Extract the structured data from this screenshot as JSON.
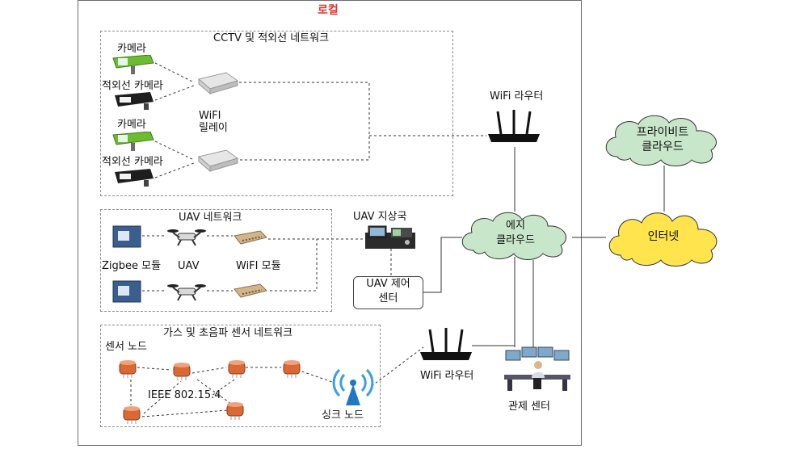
{
  "local": {
    "title": "로컬"
  },
  "cctv": {
    "title": "CCTV 및 적외선 네트워크",
    "camera1": "카메라",
    "ir_camera1": "적외선 카메라",
    "camera2": "카메라",
    "ir_camera2": "적외선 카메라",
    "relay_line1": "WiFI",
    "relay_line2": "릴레이"
  },
  "uav": {
    "title": "UAV 네트워크",
    "zigbee": "Zigbee 모듈",
    "uav": "UAV",
    "wifi_module": "WiFI 모듈"
  },
  "ground_station": "UAV 지상국",
  "control_center_line1": "UAV 제어",
  "control_center_line2": "센터",
  "gas": {
    "title": "가스 및 초음파 센서 네트워크",
    "sensor_nodes": "센서 노드",
    "standard": "IEEE 802.15.4",
    "sink": "싱크 노드"
  },
  "router_top": "WiFi 라우터",
  "router_bottom": "WiFi 라우터",
  "edge_line1": "에지",
  "edge_line2": "클라우드",
  "private_line1": "프라이비트",
  "private_line2": "클라우드",
  "internet": "인터넷",
  "monitoring": "관제 센터",
  "colors": {
    "title_red": "#e3342f",
    "cloud_green": "#c8e6c9",
    "cloud_yellow": "#ffe44d"
  }
}
